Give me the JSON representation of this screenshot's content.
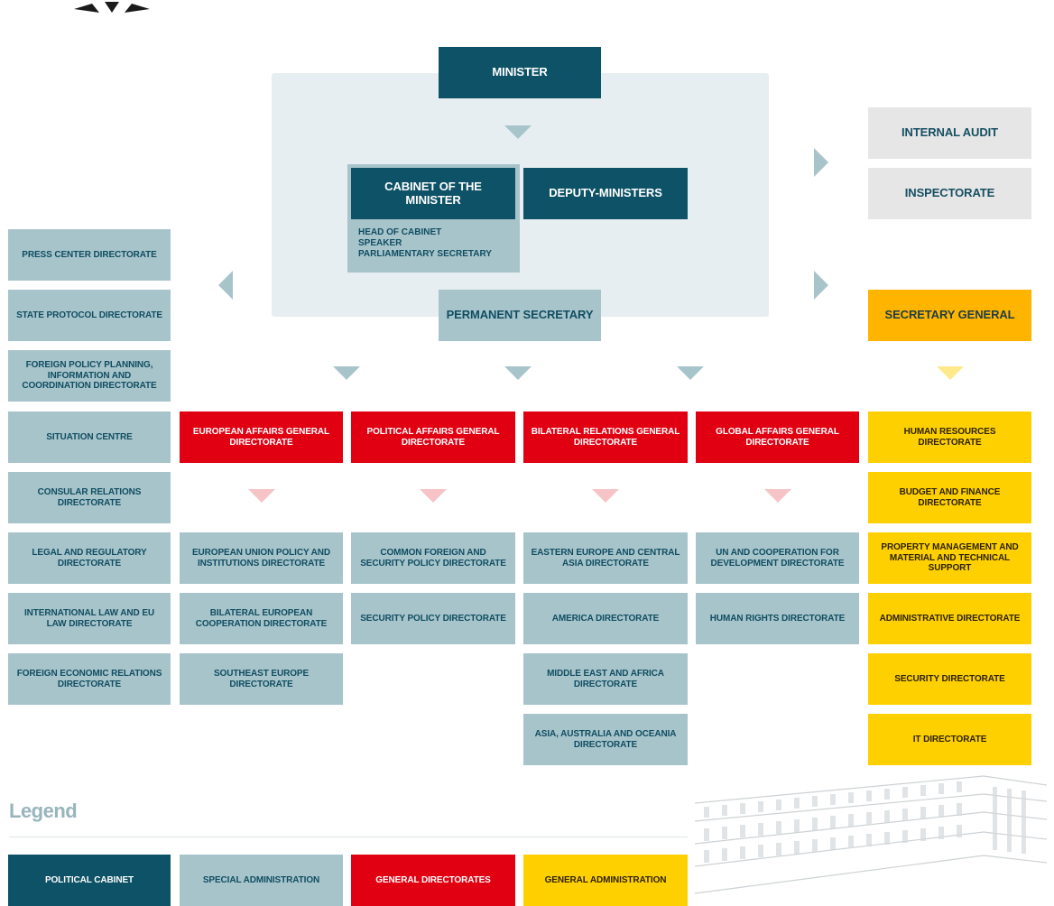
{
  "diagram": {
    "top": {
      "minister": "MINISTER",
      "cabinet": "CABINET OF THE MINISTER",
      "cabinet_roles": [
        "HEAD OF CABINET",
        "SPEAKER",
        "PARLIAMENTARY SECRETARY"
      ],
      "deputy": "DEPUTY-MINISTERS",
      "permanent": "PERMANENT SECRETARY",
      "internal_audit": "INTERNAL AUDIT",
      "inspectorate": "INSPECTORATE",
      "secretary_general": "SECRETARY GENERAL"
    },
    "left_column": [
      "PRESS CENTER DIRECTORATE",
      "STATE PROTOCOL DIRECTORATE",
      "FOREIGN POLICY PLANNING, INFORMATION AND COORDINATION DIRECTORATE",
      "SITUATION CENTRE",
      "CONSULAR RELATIONS DIRECTORATE",
      "LEGAL AND REGULATORY DIRECTORATE",
      "INTERNATIONAL LAW AND EU LAW DIRECTORATE",
      "FOREIGN ECONOMIC RELATIONS DIRECTORATE"
    ],
    "general_directorates": [
      {
        "name": "EUROPEAN AFFAIRS GENERAL DIRECTORATE",
        "children": [
          "EUROPEAN UNION POLICY AND INSTITUTIONS DIRECTORATE",
          "BILATERAL EUROPEAN COOPERATION DIRECTORATE",
          "SOUTHEAST EUROPE DIRECTORATE"
        ]
      },
      {
        "name": "POLITICAL AFFAIRS GENERAL DIRECTORATE",
        "children": [
          "COMMON FOREIGN AND SECURITY POLICY DIRECTORATE",
          "SECURITY POLICY DIRECTORATE"
        ]
      },
      {
        "name": "BILATERAL RELATIONS GENERAL DIRECTORATE",
        "children": [
          "EASTERN EUROPE AND CENTRAL ASIA DIRECTORATE",
          "AMERICA DIRECTORATE",
          "MIDDLE EAST AND AFRICA DIRECTORATE",
          "ASIA, AUSTRALIA AND OCEANIA DIRECTORATE"
        ]
      },
      {
        "name": "GLOBAL AFFAIRS GENERAL DIRECTORATE",
        "children": [
          "UN AND COOPERATION FOR DEVELOPMENT DIRECTORATE",
          "HUMAN RIGHTS DIRECTORATE"
        ]
      }
    ],
    "general_administration": [
      "HUMAN RESOURCES DIRECTORATE",
      "BUDGET AND FINANCE DIRECTORATE",
      "PROPERTY MANAGEMENT AND MATERIAL AND TECHNICAL SUPPORT",
      "ADMINISTRATIVE DIRECTORATE",
      "SECURITY DIRECTORATE",
      "IT DIRECTORATE"
    ]
  },
  "legend": {
    "title": "Legend",
    "items": [
      "POLITICAL CABINET",
      "SPECIAL ADMINISTRATION",
      "GENERAL DIRECTORATES",
      "GENERAL ADMINISTRATION"
    ]
  },
  "colors": {
    "political_cabinet": "#0d5266",
    "special_administration": "#a8c4cb",
    "general_directorates": "#e00012",
    "general_administration": "#ffd000",
    "secretary_general": "#ffb400"
  }
}
